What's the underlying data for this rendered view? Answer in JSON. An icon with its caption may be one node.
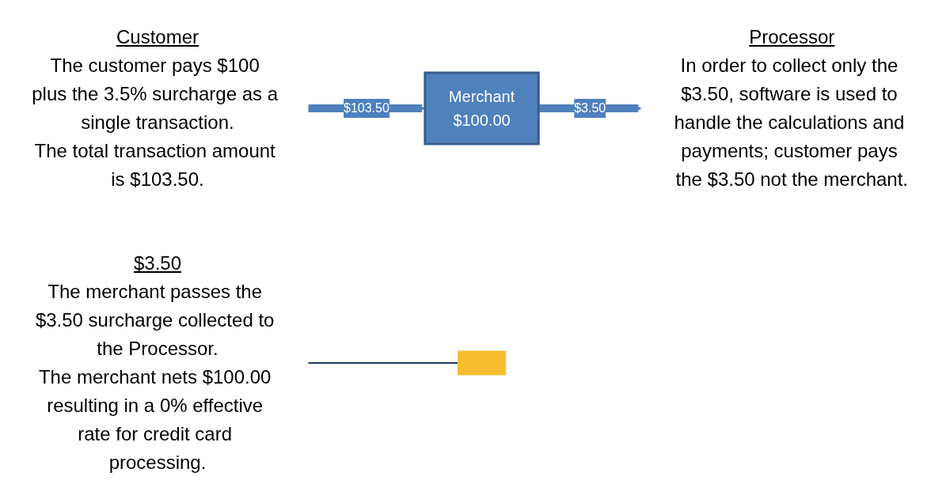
{
  "diagram": {
    "nodes": [
      {
        "text": [
          "Customer",
          "The customer pays $100 plus the 3.5% surcharge as a single transaction.",
          "The total transaction amount is $103.50."
        ]
      },
      {
        "text": [
          "Merchant",
          "$100.00"
        ]
      },
      {
        "text": [
          "Processor",
          "In order to collect only the $3.50, software is used to handle the calculations and payments; customer pays the $3.50 not the merchant."
        ]
      },
      {
        "text": [],
        "shape": "bar"
      },
      {
        "text": [
          "$3.50",
          "The merchant passes the $3.50 surcharge collected to the Processor.",
          "The merchant nets $100.00 resulting in a 0% effective rate for credit card processing."
        ]
      }
    ],
    "edges": [
      {
        "from": 0,
        "to": 1,
        "arrow": "to",
        "label": "$103.50"
      },
      {
        "from": 1,
        "to": 2,
        "arrow": "to",
        "label": "$3.50"
      },
      {
        "from": 4,
        "to": 3,
        "arrow": "none"
      }
    ]
  }
}
